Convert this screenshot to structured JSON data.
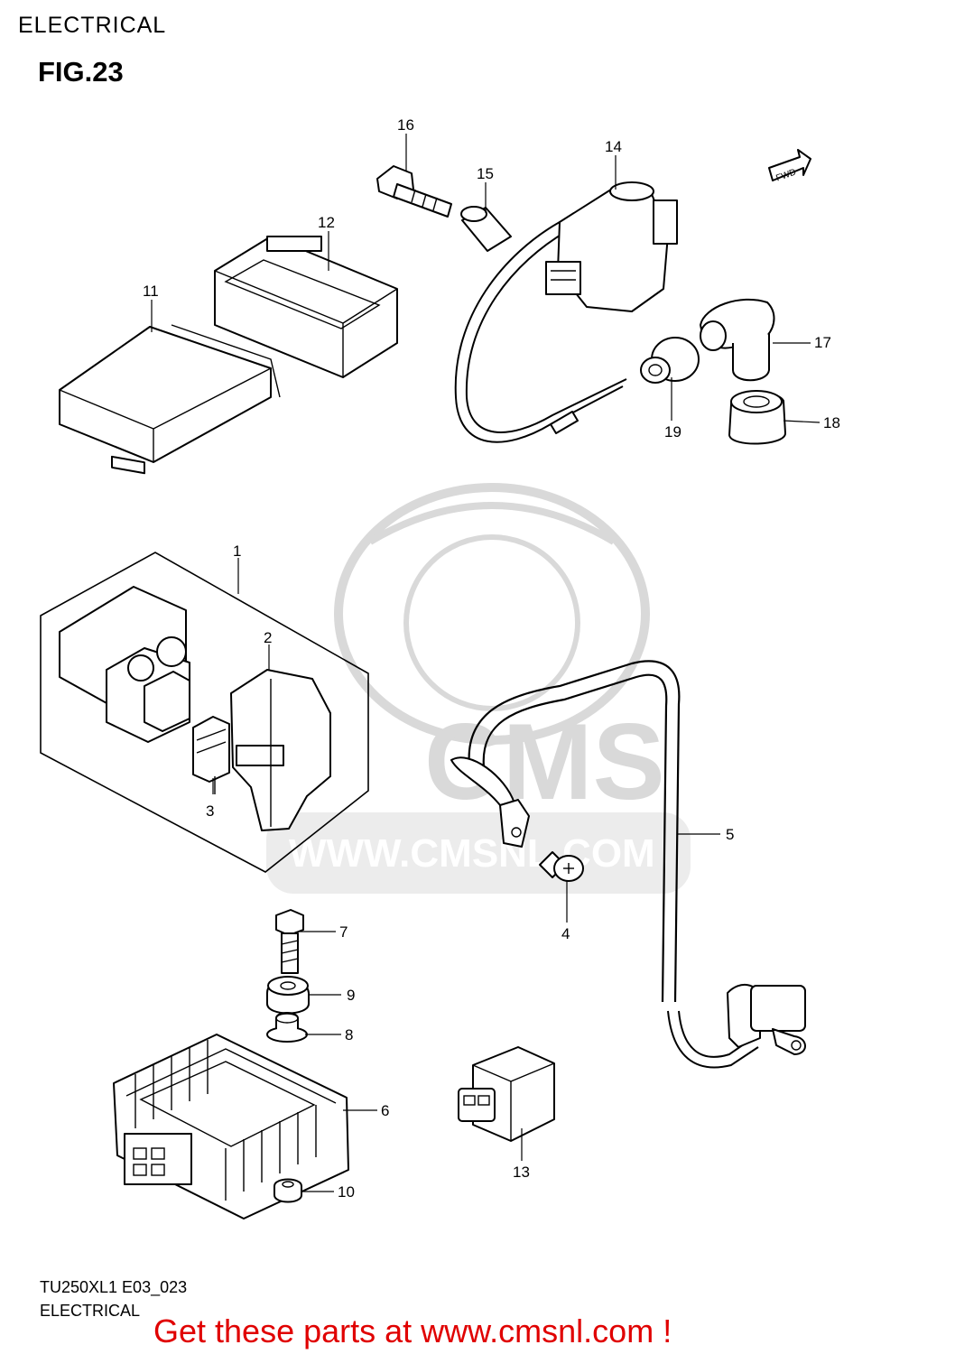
{
  "header": {
    "section_title": "ELECTRICAL",
    "figure_label": "FIG.23"
  },
  "footer": {
    "model_code": "TU250XL1 E03_023",
    "section_name": "ELECTRICAL"
  },
  "promo": {
    "text": "Get these parts at www.cmsnl.com !",
    "color": "#e00000"
  },
  "watermark": {
    "brand": "CMS",
    "url": "WWW.CMSNL.COM"
  },
  "orientation": {
    "label": "FWD"
  },
  "callouts": [
    {
      "id": "1",
      "label": "1"
    },
    {
      "id": "2",
      "label": "2"
    },
    {
      "id": "3",
      "label": "3"
    },
    {
      "id": "4",
      "label": "4"
    },
    {
      "id": "5",
      "label": "5"
    },
    {
      "id": "6",
      "label": "6"
    },
    {
      "id": "7",
      "label": "7"
    },
    {
      "id": "8",
      "label": "8"
    },
    {
      "id": "9",
      "label": "9"
    },
    {
      "id": "10",
      "label": "10"
    },
    {
      "id": "11",
      "label": "11"
    },
    {
      "id": "12",
      "label": "12"
    },
    {
      "id": "13",
      "label": "13"
    },
    {
      "id": "14",
      "label": "14"
    },
    {
      "id": "15",
      "label": "15"
    },
    {
      "id": "16",
      "label": "16"
    },
    {
      "id": "17",
      "label": "17"
    },
    {
      "id": "18",
      "label": "18"
    },
    {
      "id": "19",
      "label": "19"
    }
  ]
}
